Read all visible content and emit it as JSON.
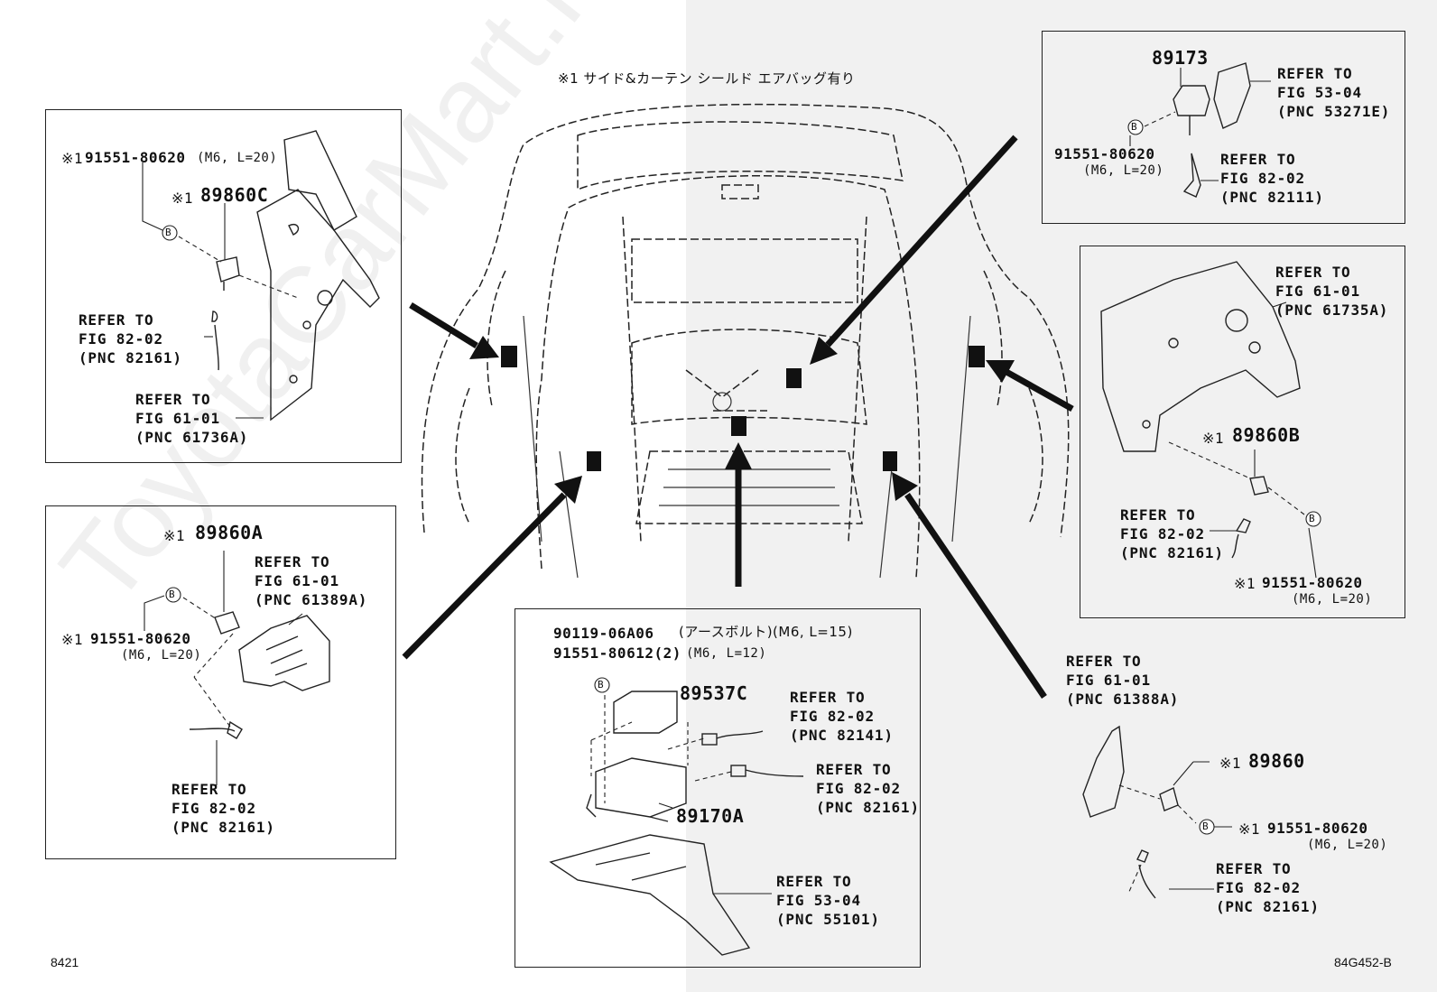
{
  "header_note": "※1 サイド&カーテン シールド エアバッグ有り",
  "watermark": "ToyotaCarMart.ru",
  "corner_left": "8421",
  "corner_right": "84G452-B",
  "panel_top_left": {
    "bolt_mark": "※1",
    "bolt_part": "91551-80620",
    "bolt_spec": "(M6, L=20)",
    "sensor_mark": "※1",
    "sensor_part": "89860C",
    "ref1": [
      "REFER TO",
      "FIG 82-02",
      "(PNC 82161)"
    ],
    "ref2": [
      "REFER TO",
      "FIG 61-01",
      "(PNC 61736A)"
    ]
  },
  "panel_bottom_left": {
    "sensor_mark": "※1",
    "sensor_part": "89860A",
    "ref1": [
      "REFER TO",
      "FIG 61-01",
      "(PNC 61389A)"
    ],
    "bolt_mark": "※1",
    "bolt_part": "91551-80620",
    "bolt_spec": "(M6, L=20)",
    "ref2": [
      "REFER TO",
      "FIG 82-02",
      "(PNC 82161)"
    ]
  },
  "panel_center": {
    "bolt1_part": "90119-06A06",
    "bolt1_spec": "(アースボルト)(M6, L=15)",
    "bolt2_part": "91551-80612(2)",
    "bolt2_spec": "(M6, L=12)",
    "cover_part": "89537C",
    "module_part": "89170A",
    "ref1": [
      "REFER TO",
      "FIG 82-02",
      "(PNC 82141)"
    ],
    "ref2": [
      "REFER TO",
      "FIG 82-02",
      "(PNC 82161)"
    ],
    "ref3": [
      "REFER TO",
      "FIG 53-04",
      "(PNC 55101)"
    ]
  },
  "panel_top_right": {
    "sensor_part": "89173",
    "bolt_part": "91551-80620",
    "bolt_spec": "(M6, L=20)",
    "ref1": [
      "REFER TO",
      "FIG 53-04",
      "(PNC 53271E)"
    ],
    "ref2": [
      "REFER TO",
      "FIG 82-02",
      "(PNC 82111)"
    ]
  },
  "panel_mid_right": {
    "ref1": [
      "REFER TO",
      "FIG 61-01",
      "(PNC 61735A)"
    ],
    "sensor_mark": "※1",
    "sensor_part": "89860B",
    "ref2": [
      "REFER TO",
      "FIG 82-02",
      "(PNC 82161)"
    ],
    "bolt_mark": "※1",
    "bolt_part": "91551-80620",
    "bolt_spec": "(M6, L=20)"
  },
  "panel_bottom_right": {
    "ref1": [
      "REFER TO",
      "FIG 61-01",
      "(PNC 61388A)"
    ],
    "sensor_mark": "※1",
    "sensor_part": "89860",
    "bolt_mark": "※1",
    "bolt_part": "91551-80620",
    "bolt_spec": "(M6, L=20)",
    "ref2": [
      "REFER TO",
      "FIG 82-02",
      "(PNC 82161)"
    ]
  },
  "callout_symbol": "B"
}
